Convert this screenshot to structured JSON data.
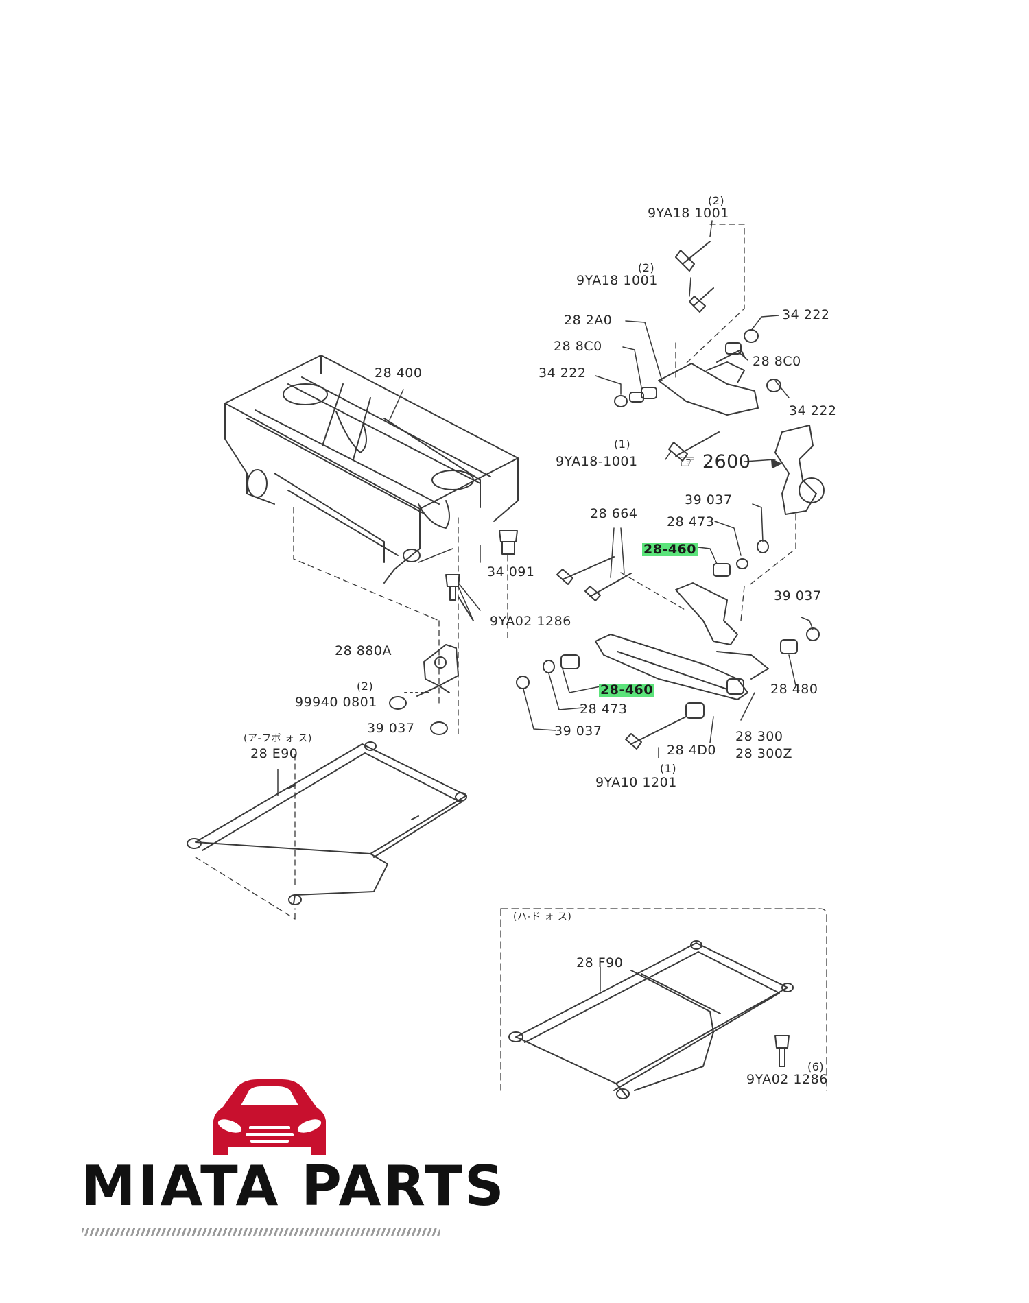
{
  "brand": {
    "name": "MIATA PARTS",
    "color": "#c8102e",
    "icon": "car-front-icon"
  },
  "highlight_color": "#5be37a",
  "subframe": {
    "part": "28 400",
    "bolt_34091": "34 091",
    "bolt_9ya02_1286": "9YA02 1286",
    "mount_part": "28 880A",
    "mount_bolt_qty": "(2)",
    "mount_bolt": "99940 0801",
    "mount_nut": "39 037"
  },
  "brace": {
    "note": "(ア-フボ ォ ス)",
    "part": "28 E90"
  },
  "upper_arm": {
    "bolt_top_qty": "(2)",
    "bolt_top": "9YA18 1001",
    "bolt_mid_qty": "(2)",
    "bolt_mid": "9YA18 1001",
    "arm": "28 2A0",
    "bushing_left": "28 8C0",
    "nut_right_top": "34 222",
    "bushing_right": "28 8C0",
    "nut_left": "34 222",
    "nut_right": "34 222",
    "bolt_lower_qty": "(1)",
    "bolt_lower": "9YA18-1001",
    "knuckle_ref": "2600"
  },
  "lower_arm": {
    "cam_bolt": "28 664",
    "washer_top": "28 473",
    "nut_top": "39 037",
    "bushing_top_hl": "28-460",
    "nut_right": "39 037",
    "bushing_right": "28 480",
    "bushing_low_hl": "28-460",
    "washer_low": "28 473",
    "nut_low": "39 037",
    "arm_a": "28 300",
    "arm_b": "28 300Z",
    "bushing_4d0": "28 4D0",
    "bolt_qty": "(1)",
    "bolt": "9YA10 1201"
  },
  "hardtop_brace": {
    "note": "(ハ-ド ォ ス)",
    "part": "28 F90",
    "bolt_qty": "(6)",
    "bolt": "9YA02 1286"
  }
}
